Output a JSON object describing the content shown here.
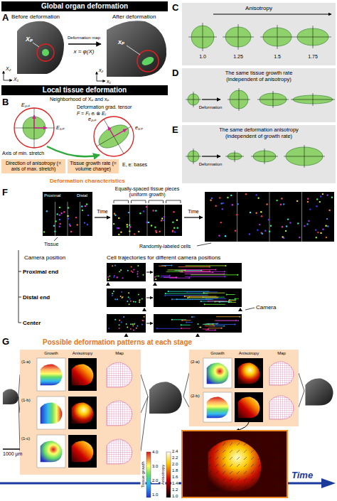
{
  "diagram": {
    "nodes": [
      {
        "text": [
          "Global organ deformation"
        ]
      },
      {
        "text": [
          "Local tissue deformation"
        ]
      },
      {
        "text": [
          "Direction of anisotropy (= axis of max. stretch)"
        ]
      },
      {
        "text": [
          "Tissue growth rate (= volume change)"
        ]
      },
      {
        "text": [
          "Anisotropy",
          "1.0",
          "1.25",
          "1.5",
          "1.75"
        ]
      },
      {
        "text": [
          "The same tissue growth rate (independent of anisotropy)",
          "Deformation"
        ]
      },
      {
        "text": [
          "The same deformation anisotropy (independent of growth rate)",
          "Deformation"
        ]
      },
      {
        "text": [
          "Proximal",
          "Distal"
        ]
      },
      {
        "text": [
          "Growth",
          "Anisotropy",
          "Map",
          "(1-a)",
          "(1-b)",
          "(1-c)"
        ]
      },
      {
        "text": [
          "Growth",
          "Anisotropy",
          "Map",
          "(2-a)",
          "(2-b)"
        ]
      }
    ],
    "labels": [
      "A",
      "Before deformation",
      "After deformation",
      "Deformation map",
      "x = φ(X)",
      "Xₚ",
      "xₚ",
      "X₁",
      "X₂",
      "x₁",
      "x₂",
      "B",
      "Neighborhood of Xₚ and xₚ",
      "Deformation grad. tensor",
      "F = Fᵢⱼ eᵢ ⊗ Eⱼ",
      "E₁,ₚ",
      "E₂,ₚ",
      "e₁,ₚ",
      "e₂,ₚ",
      "Axis of min. stretch",
      "E, e: bases",
      "Deformation characteristics",
      "C",
      "D",
      "E",
      "F",
      "Tissue",
      "Equally-spaced tissue pieces (uniform growth)",
      "Time",
      "Time",
      "Randomly-labeled cells",
      "Camera position",
      "Cell trajectories for different camera positions",
      "Proximal end",
      "Distal end",
      "Center",
      "Camera",
      "G",
      "Possible deformation patterns at each stage",
      "1000 μm",
      "Tissue growth",
      "4.0",
      "3.0",
      "2.0",
      "1.0",
      "Anisotropy",
      "2.4",
      "2.2",
      "2.0",
      "1.8",
      "1.6",
      "1.4",
      "1.2",
      "1.0",
      "Time"
    ]
  }
}
